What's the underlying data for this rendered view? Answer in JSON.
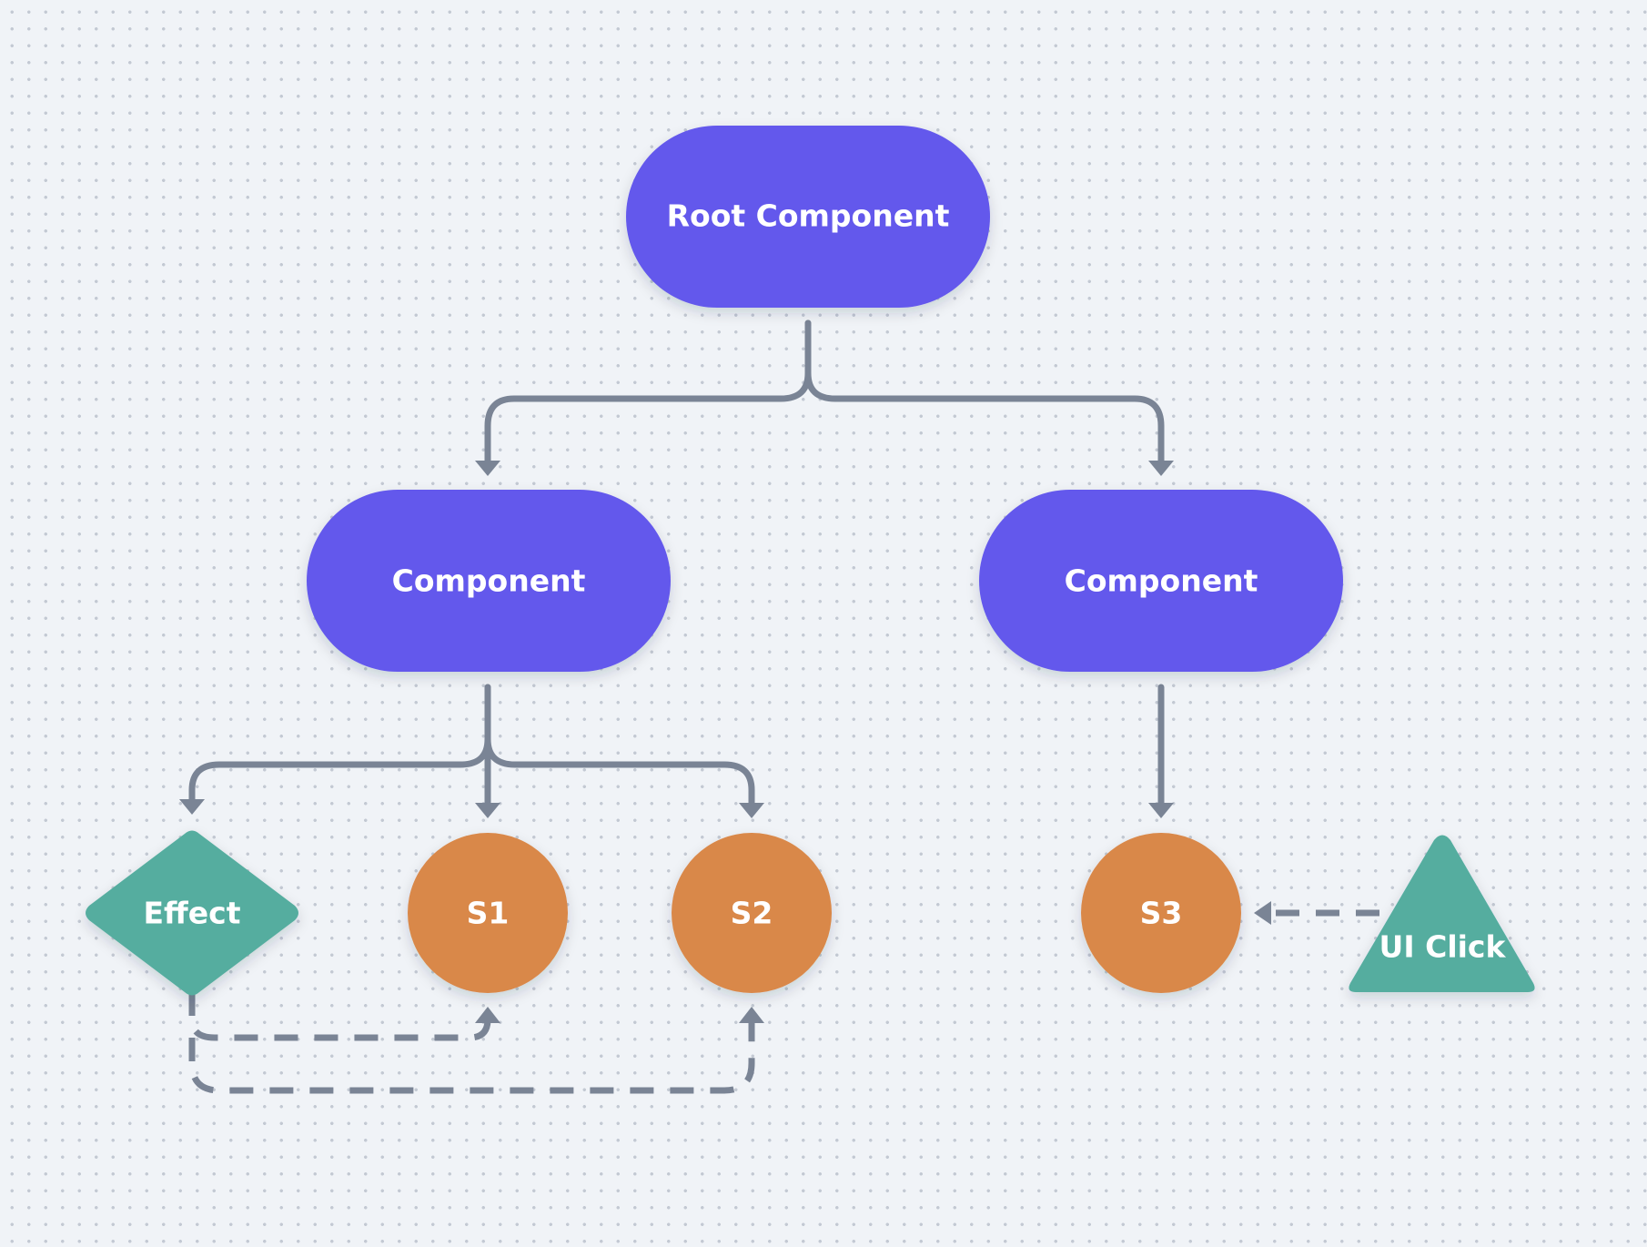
{
  "colors": {
    "component": "#6358ec",
    "state": "#d98849",
    "effect": "#54ad9f",
    "edge": "#7a8495",
    "label": "#ffffff",
    "background": "#f0f3f7"
  },
  "nodes": {
    "root": {
      "label": "Root Component",
      "shape": "pill"
    },
    "component_left": {
      "label": "Component",
      "shape": "pill"
    },
    "component_right": {
      "label": "Component",
      "shape": "pill"
    },
    "effect": {
      "label": "Effect",
      "shape": "diamond"
    },
    "s1": {
      "label": "S1",
      "shape": "circle"
    },
    "s2": {
      "label": "S2",
      "shape": "circle"
    },
    "s3": {
      "label": "S3",
      "shape": "circle"
    },
    "ui_click": {
      "label": "UI Click",
      "shape": "triangle"
    }
  },
  "edges": [
    {
      "from": "root",
      "to": "component_left",
      "style": "solid"
    },
    {
      "from": "root",
      "to": "component_right",
      "style": "solid"
    },
    {
      "from": "component_left",
      "to": "effect",
      "style": "solid"
    },
    {
      "from": "component_left",
      "to": "s1",
      "style": "solid"
    },
    {
      "from": "component_left",
      "to": "s2",
      "style": "solid"
    },
    {
      "from": "component_right",
      "to": "s3",
      "style": "solid"
    },
    {
      "from": "effect",
      "to": "s1",
      "style": "dashed"
    },
    {
      "from": "effect",
      "to": "s2",
      "style": "dashed"
    },
    {
      "from": "ui_click",
      "to": "s3",
      "style": "dashed"
    }
  ]
}
